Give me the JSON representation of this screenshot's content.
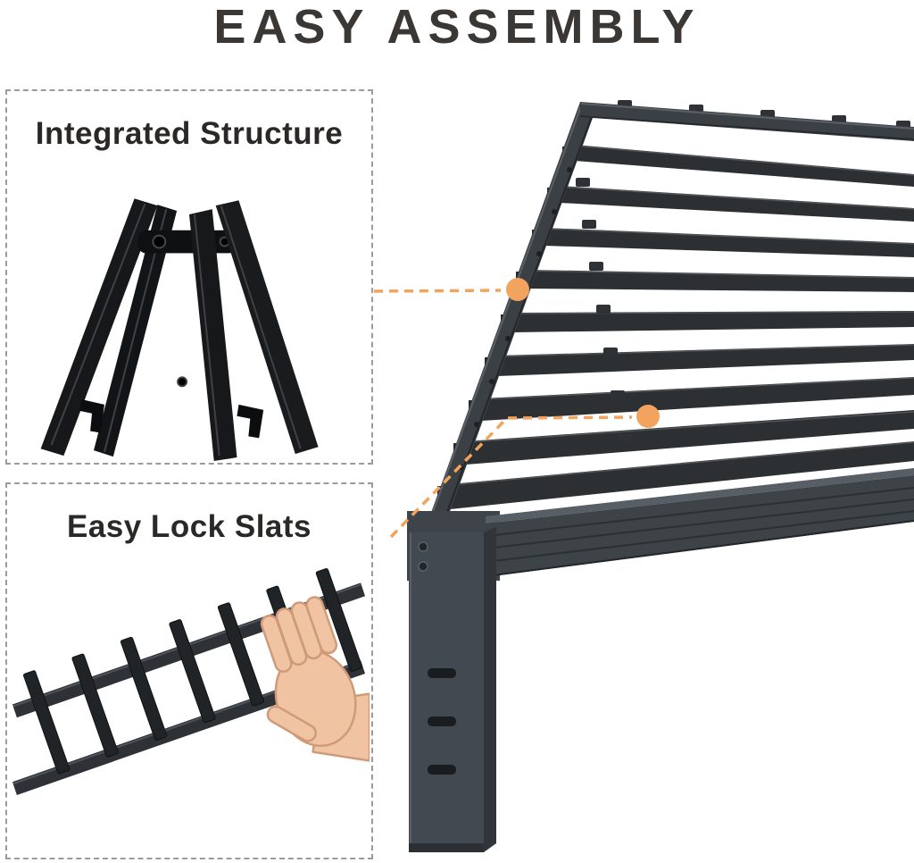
{
  "page": {
    "title": "EASY ASSEMBLY"
  },
  "panels": {
    "integrated_structure": {
      "label": "Integrated Structure"
    },
    "easy_lock_slats": {
      "label": "Easy Lock Slats"
    }
  },
  "illustrations": {
    "bed_frame": "metal-platform-bed-frame-with-slats",
    "folded_legs": "integrated-folding-leg-structure",
    "slat_ladder": "slat-ladder-with-hand-locking-slat"
  },
  "colors": {
    "accent_orange": "#F2A45F",
    "title_text": "#3A3734",
    "label_text": "#2B2927",
    "frame_dark": "#2D3033",
    "frame_mid": "#3E4348",
    "dashed_border": "#9B9B9B",
    "hand_skin": "#F0C3A2",
    "background": "#FFFFFF"
  }
}
